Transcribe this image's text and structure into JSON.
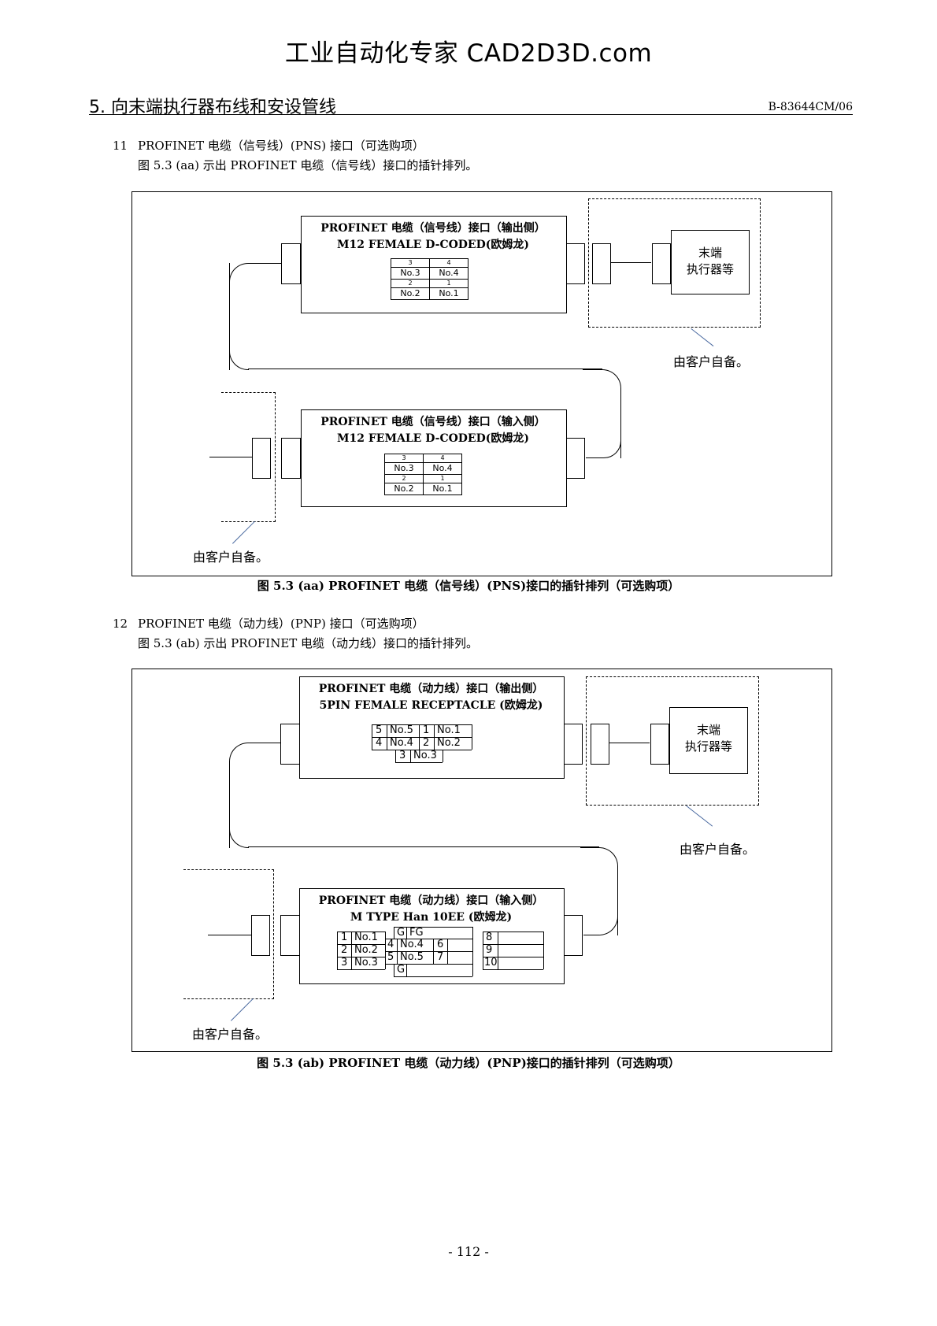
{
  "watermark": "工业自动化专家 CAD2D3D.com",
  "header": {
    "section_title": "5. 向末端执行器布线和安设管线",
    "doc_code": "B-83644CM/06"
  },
  "item11": {
    "num": "11",
    "title": "PROFINET 电缆（信号线）(PNS) 接口（可选购项）",
    "desc": "图 5.3 (aa) 示出 PROFINET 电缆（信号线）接口的插针排列。"
  },
  "fig_aa": {
    "out_title": "PROFINET 电缆（信号线）接口（输出侧）",
    "out_sub": "M12 FEMALE D-CODED(欧姆龙)",
    "in_title": "PROFINET 电缆（信号线）接口（输入侧）",
    "in_sub": "M12 FEMALE D-CODED(欧姆龙)",
    "end_effector_l1": "末端",
    "end_effector_l2": "执行器等",
    "customer_right": "由客户自备。",
    "customer_left": "由客户自备。",
    "pins": {
      "n3": "3",
      "n4": "4",
      "l3": "No.3",
      "l4": "No.4",
      "n2": "2",
      "n1": "1",
      "l2": "No.2",
      "l1": "No.1"
    },
    "caption": "图 5.3 (aa) PROFINET 电缆（信号线）(PNS)接口的插针排列（可选购项）"
  },
  "item12": {
    "num": "12",
    "title": "PROFINET 电缆（动力线）(PNP) 接口（可选购项）",
    "desc": "图 5.3 (ab) 示出 PROFINET 电缆（动力线）接口的插针排列。"
  },
  "fig_ab": {
    "out_title": "PROFINET 电缆（动力线）接口（输出侧）",
    "out_sub": "5PIN FEMALE RECEPTACLE (欧姆龙)",
    "in_title": "PROFINET 电缆（动力线）接口（输入侧）",
    "in_sub": "M TYPE Han 10EE (欧姆龙)",
    "end_effector_l1": "末端",
    "end_effector_l2": "执行器等",
    "customer_right": "由客户自备。",
    "customer_left": "由客户自备。",
    "pins5": {
      "p5": "5",
      "l5": "No.5",
      "p1": "1",
      "l1": "No.1",
      "p4": "4",
      "l4": "No.4",
      "p2": "2",
      "l2": "No.2",
      "p3": "3",
      "l3": "No.3"
    },
    "han": {
      "c1": "1",
      "cl1": "No.1",
      "c2": "2",
      "cl2": "No.2",
      "c3": "3",
      "cl3": "No.3",
      "g_top": "G",
      "fg": "FG",
      "c4": "4",
      "cl4": "No.4",
      "c6": "6",
      "c5": "5",
      "cl5": "No.5",
      "c7": "7",
      "g_bot": "G",
      "c8": "8",
      "c9": "9",
      "c10": "10"
    },
    "caption": "图 5.3 (ab) PROFINET 电缆（动力线）(PNP)接口的插针排列（可选购项）"
  },
  "page_number": "- 112 -"
}
